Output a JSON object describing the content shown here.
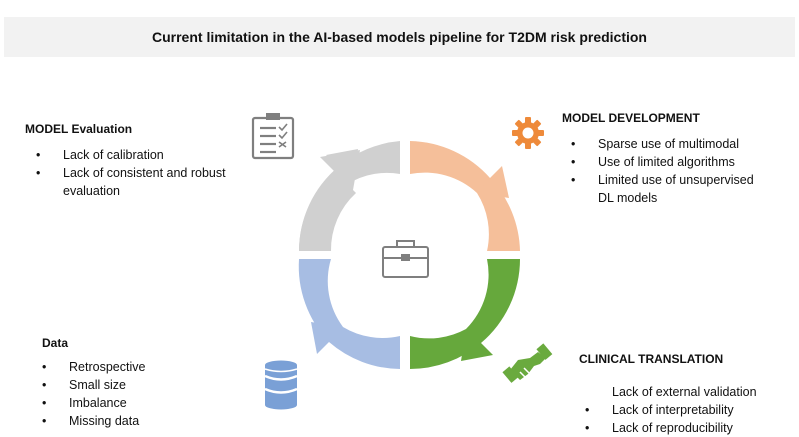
{
  "title": "Current limitation in the AI-based models pipeline for T2DM risk prediction",
  "sections": {
    "evaluation": {
      "heading": "MODEL Evaluation",
      "items": [
        "Lack of calibration",
        "Lack of consistent and robust",
        "evaluation"
      ]
    },
    "development": {
      "heading": "MODEL DEVELOPMENT",
      "items": [
        "Sparse use of multimodal",
        "Use of limited algorithms",
        "Limited use of unsupervised",
        "DL models"
      ]
    },
    "data": {
      "heading": "Data",
      "items": [
        "Retrospective",
        "Small size",
        "Imbalance",
        "Missing data"
      ]
    },
    "translation": {
      "heading": "CLINICAL TRANSLATION",
      "items": [
        "Lack of external validation",
        "Lack of interpretability",
        "Lack of reproducibility"
      ]
    }
  },
  "colors": {
    "evaluation": "#d0d0d0",
    "development": "#f5bf9a",
    "translation": "#66a83c",
    "data": "#a7bde3",
    "icon_gray": "#7f7f7f",
    "icon_orange": "#ee8a3a",
    "icon_green": "#6aaa3e",
    "icon_blue": "#8eaad8"
  },
  "icons": [
    "clipboard-checklist-icon",
    "gear-icon",
    "briefcase-icon",
    "database-icon",
    "handshake-icon"
  ]
}
